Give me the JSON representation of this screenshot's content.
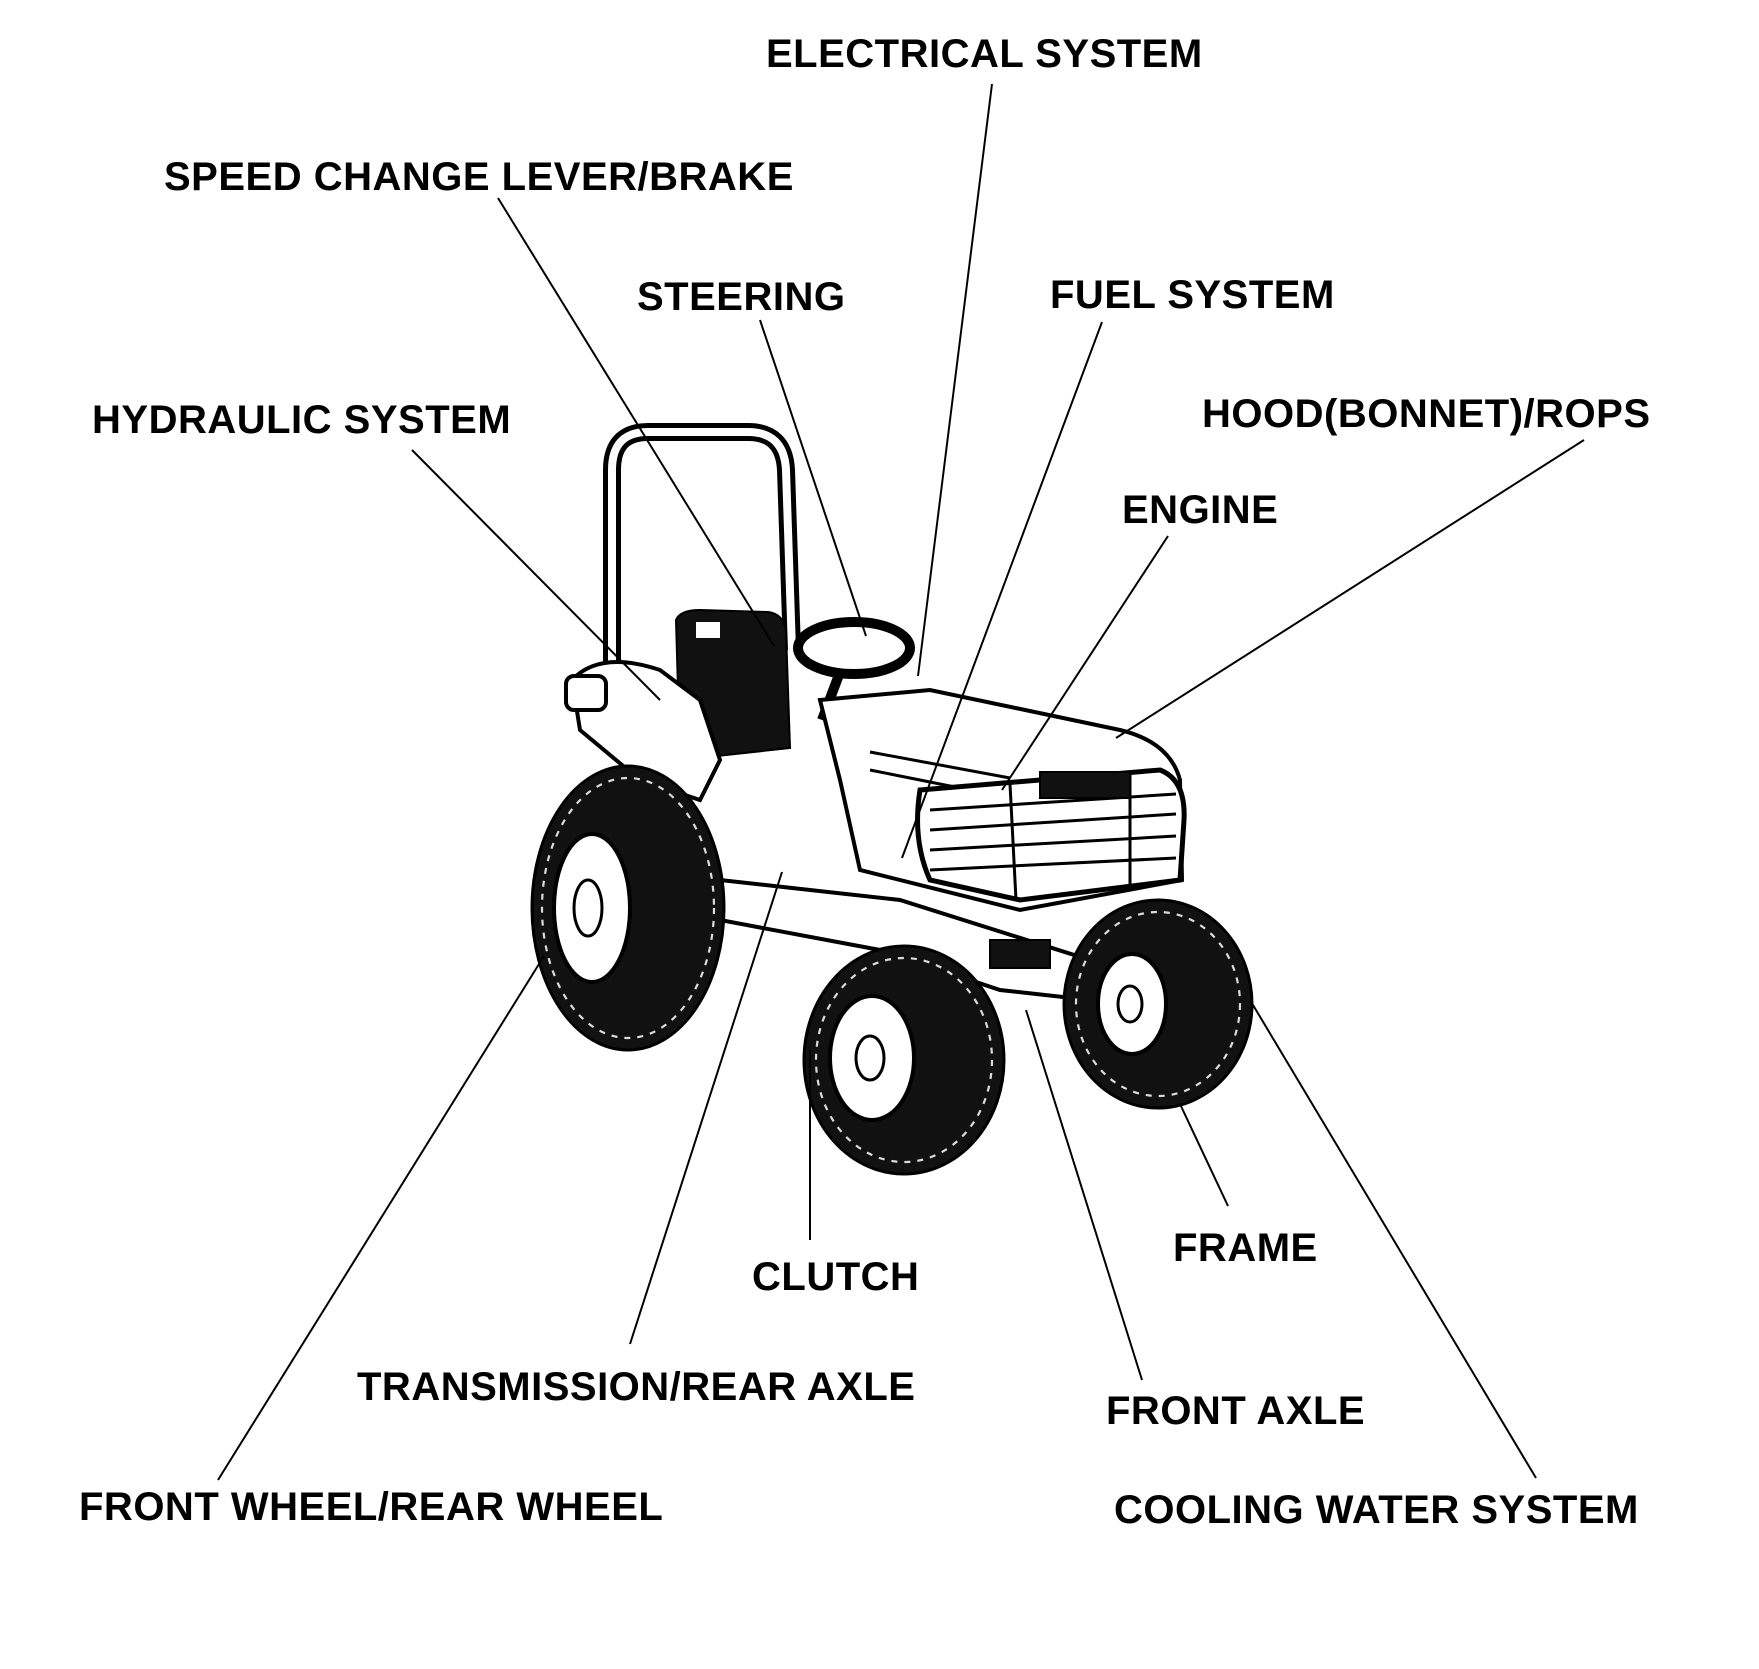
{
  "diagram": {
    "labels": {
      "electrical_system": "ELECTRICAL SYSTEM",
      "speed_change_lever_brake": "SPEED CHANGE LEVER/BRAKE",
      "steering": "STEERING",
      "fuel_system": "FUEL SYSTEM",
      "hydraulic_system": "HYDRAULIC SYSTEM",
      "hood_bonnet_rops": "HOOD(BONNET)/ROPS",
      "engine": "ENGINE",
      "clutch": "CLUTCH",
      "frame": "FRAME",
      "transmission_rear_axle": "TRANSMISSION/REAR AXLE",
      "front_axle": "FRONT AXLE",
      "front_wheel_rear_wheel": "FRONT WHEEL/REAR WHEEL",
      "cooling_water_system": "COOLING WATER SYSTEM"
    },
    "colors": {
      "ink": "#000000",
      "background": "#ffffff"
    }
  }
}
